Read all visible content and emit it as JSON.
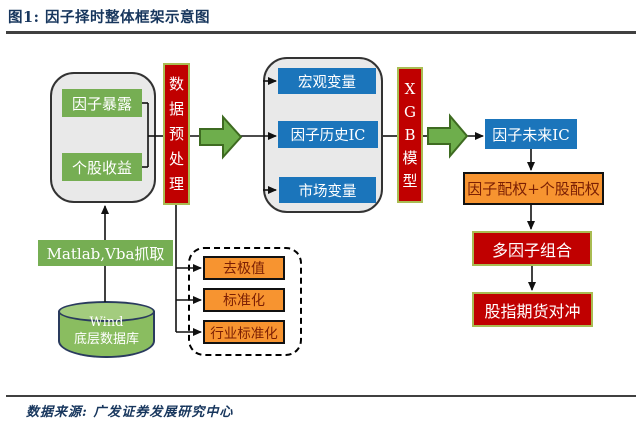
{
  "header": {
    "title": "图1: 因子择时整体框架示意图"
  },
  "footer": {
    "source": "数据来源: 广发证券发展研究中心"
  },
  "palette": {
    "accent_navy": "#17365D",
    "box_green": "#76AE53",
    "box_blue": "#1B75BB",
    "box_red": "#C00000",
    "red_border": "#A9BC52",
    "box_orange": "#F79430",
    "orange_text": "#7B1F04",
    "arrow_green_fill": "#6EAE4C",
    "arrow_green_stroke": "#3E6B21",
    "group_gray": "#E9E9E9"
  },
  "diagram": {
    "raw_group": {
      "factor_exposure": "因子暴露",
      "stock_returns": "个股收益"
    },
    "preprocess_bar": "数据预处理",
    "feature_group": {
      "macro_vars": "宏观变量",
      "factor_hist_ic": "因子历史IC",
      "market_vars": "市场变量"
    },
    "model_bar": "XGB模型",
    "future_ic": "因子未来IC",
    "weighting": "因子配权+个股配权",
    "portfolio": "多因子组合",
    "hedge": "股指期货对冲",
    "capture": "Matlab,Vba抓取",
    "database": {
      "line1": "Wind",
      "line2": "底层数据库"
    },
    "preprocess_steps": {
      "winsorize": "去极值",
      "standardize": "标准化",
      "industry_standardize": "行业标准化"
    }
  }
}
